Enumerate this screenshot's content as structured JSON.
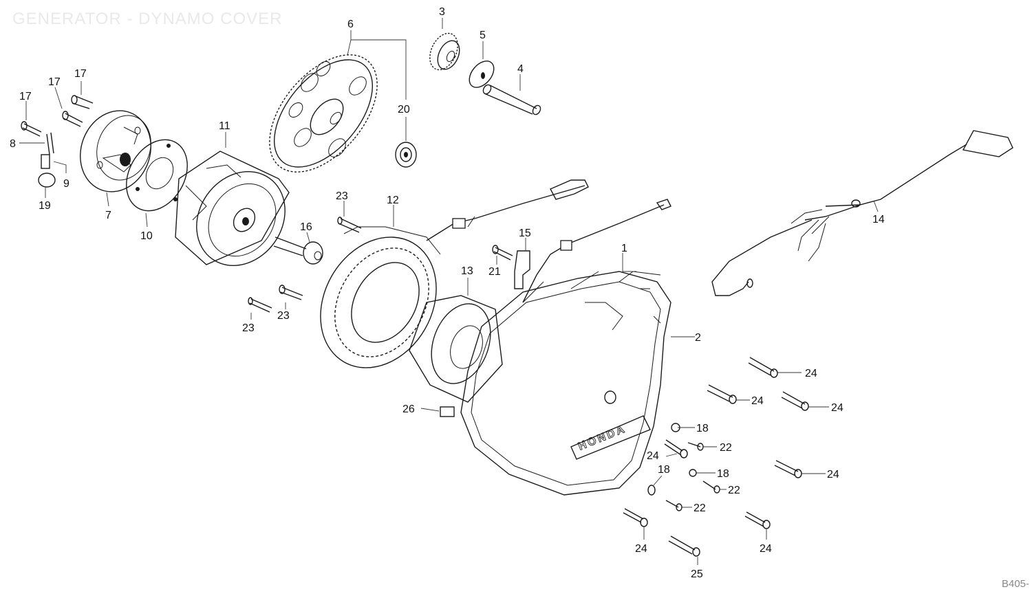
{
  "diagram": {
    "title": "GENERATOR - DYNAMO COVER",
    "code": "B405-",
    "brand_mark": "HONDA",
    "part_labels": [
      "1",
      "2",
      "3",
      "4",
      "5",
      "6",
      "7",
      "8",
      "9",
      "10",
      "11",
      "12",
      "13",
      "14",
      "15",
      "16",
      "17",
      "18",
      "19",
      "20",
      "21",
      "22",
      "23",
      "24",
      "25",
      "26"
    ]
  }
}
